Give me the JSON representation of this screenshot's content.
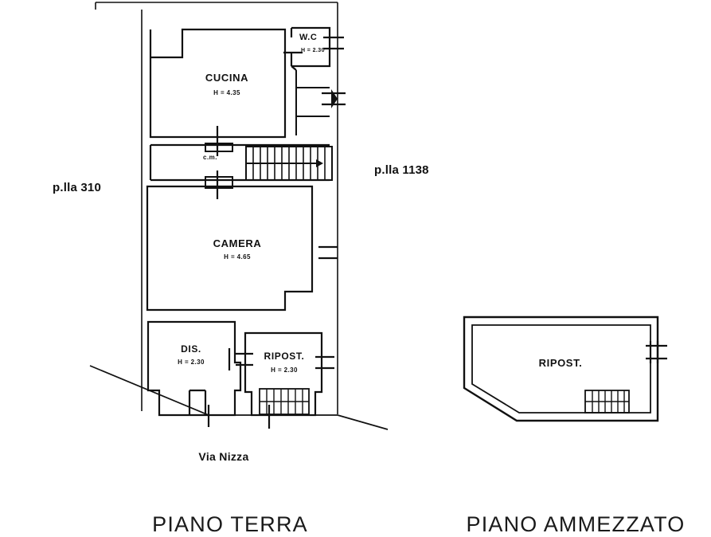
{
  "document": {
    "type": "planimetria-catastale",
    "ink_color": "#111111",
    "paper_color": "#ffffff"
  },
  "plans": [
    {
      "id": "piano-terra",
      "title": "PIANO TERRA",
      "rooms": [
        {
          "name": "CUCINA",
          "height_label": "H = 4.35"
        },
        {
          "name": "W.C",
          "height_label": "H = 2.30"
        },
        {
          "name": "CAMERA",
          "height_label": "H = 4.65"
        },
        {
          "name": "DIS.",
          "height_label": "H = 2.30"
        },
        {
          "name": "RIPOST.",
          "height_label": "H = 2.30"
        }
      ],
      "corridor_label": "c.m.",
      "street": "Via Nizza",
      "parcels": [
        {
          "label": "p.lla 310",
          "side": "left"
        },
        {
          "label": "p.lla 1138",
          "side": "right"
        }
      ],
      "features": [
        "staircase",
        "doors",
        "windows",
        "property-boundary"
      ]
    },
    {
      "id": "piano-ammezzato",
      "title": "PIANO AMMEZZATO",
      "rooms": [
        {
          "name": "RIPOST.",
          "height_label": ""
        }
      ],
      "features": [
        "staircase",
        "window"
      ]
    }
  ],
  "titles": {
    "left": "PIANO TERRA",
    "right": "PIANO AMMEZZATO"
  },
  "labels": {
    "cucina": "CUCINA",
    "cucina_h": "H = 4.35",
    "wc": "W.C",
    "wc_h": "H = 2.30",
    "camera": "CAMERA",
    "camera_h": "H = 4.65",
    "dis": "DIS.",
    "dis_h": "H = 2.30",
    "ripost_terra": "RIPOST.",
    "ripost_terra_h": "H = 2.30",
    "ripost_mezz": "RIPOST.",
    "corridor": "c.m.",
    "parcel_left": "p.lla 310",
    "parcel_right": "p.lla 1138",
    "street": "Via Nizza"
  }
}
